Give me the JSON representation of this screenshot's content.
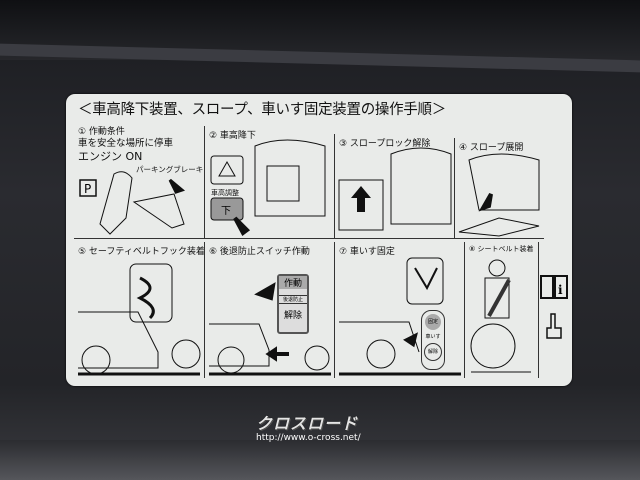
{
  "label": {
    "title": "＜車高降下装置、スロープ、車いす固定装置の操作手順＞",
    "steps": [
      {
        "title": "① 作動条件",
        "lines": [
          "車を安全な場所に停車",
          "エンジン ON"
        ],
        "callout": "パーキングブレーキ",
        "icon": "parking-P-icon"
      },
      {
        "title": "② 車高降下",
        "callout": "車高調整",
        "button_glyph": "下"
      },
      {
        "title": "③ スロープロック解除"
      },
      {
        "title": "④ スロープ展開"
      },
      {
        "title": "⑤ セーフティベルトフック装着"
      },
      {
        "title": "⑥ 後退防止スイッチ作動",
        "switch": [
          "作動",
          "後退防止",
          "解除"
        ]
      },
      {
        "title": "⑦ 車いす固定",
        "switch": [
          "固定",
          "車いす",
          "解除"
        ]
      },
      {
        "title": "⑧ シートベルト装着"
      }
    ],
    "side_icons": [
      "manual-book-icon",
      "pointing-hand-icon"
    ]
  },
  "watermark": {
    "logo": "クロスロード",
    "url": "http://www.o-cross.net/"
  },
  "colors": {
    "label_bg": "#e9ebe9",
    "ink": "#111111",
    "trim": "#232428"
  }
}
